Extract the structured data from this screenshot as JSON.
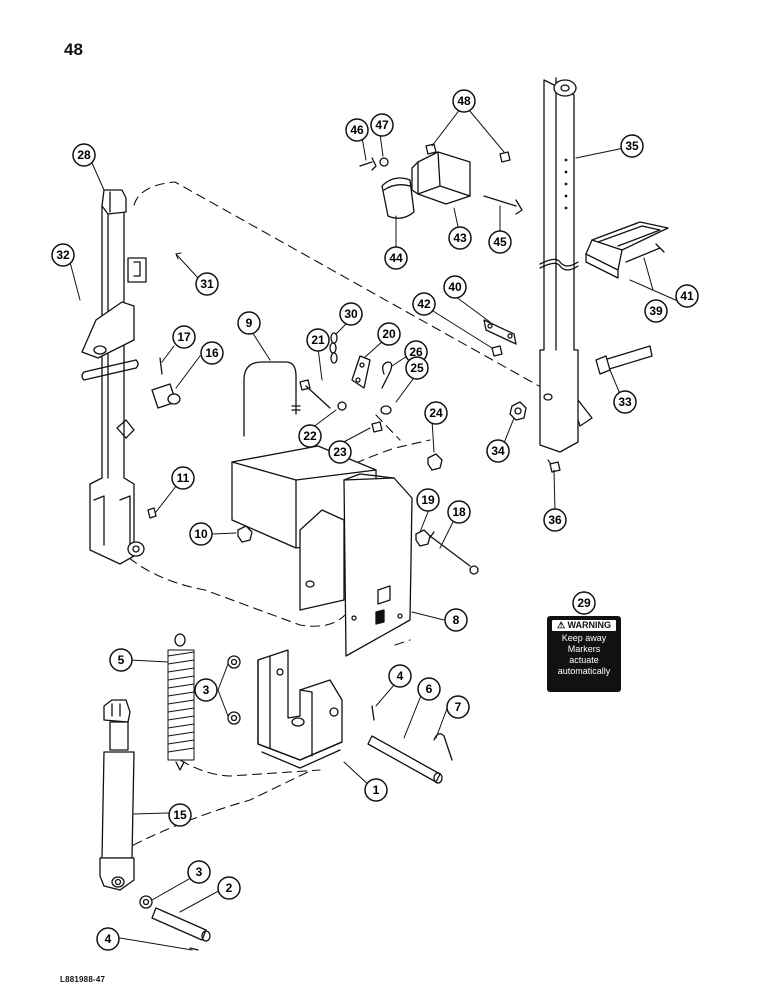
{
  "page_number": "48",
  "drawing_ref": "L881988-47",
  "warning_decal": {
    "heading": "WARNING",
    "lines": [
      "Keep away",
      "Markers",
      "actuate",
      "automatically"
    ]
  },
  "callouts": {
    "c1": "1",
    "c2": "2",
    "c3a": "3",
    "c3b": "3",
    "c4a": "4",
    "c4b": "4",
    "c5": "5",
    "c6": "6",
    "c7": "7",
    "c8": "8",
    "c9": "9",
    "c10": "10",
    "c11": "11",
    "c15": "15",
    "c16": "16",
    "c17": "17",
    "c18": "18",
    "c19": "19",
    "c21": "21",
    "c22": "22",
    "c23": "23",
    "c24": "24",
    "c25": "25",
    "c26": "26",
    "c28": "28",
    "c29": "29",
    "c30": "30",
    "c31": "31",
    "c32": "32",
    "c33": "33",
    "c34": "34",
    "c35": "35",
    "c36": "36",
    "c39": "39",
    "c40": "40",
    "c41": "41",
    "c42": "42",
    "c43": "43",
    "c44": "44",
    "c45": "45",
    "c46": "46",
    "c47": "47",
    "c48": "48",
    "c20": "20"
  }
}
